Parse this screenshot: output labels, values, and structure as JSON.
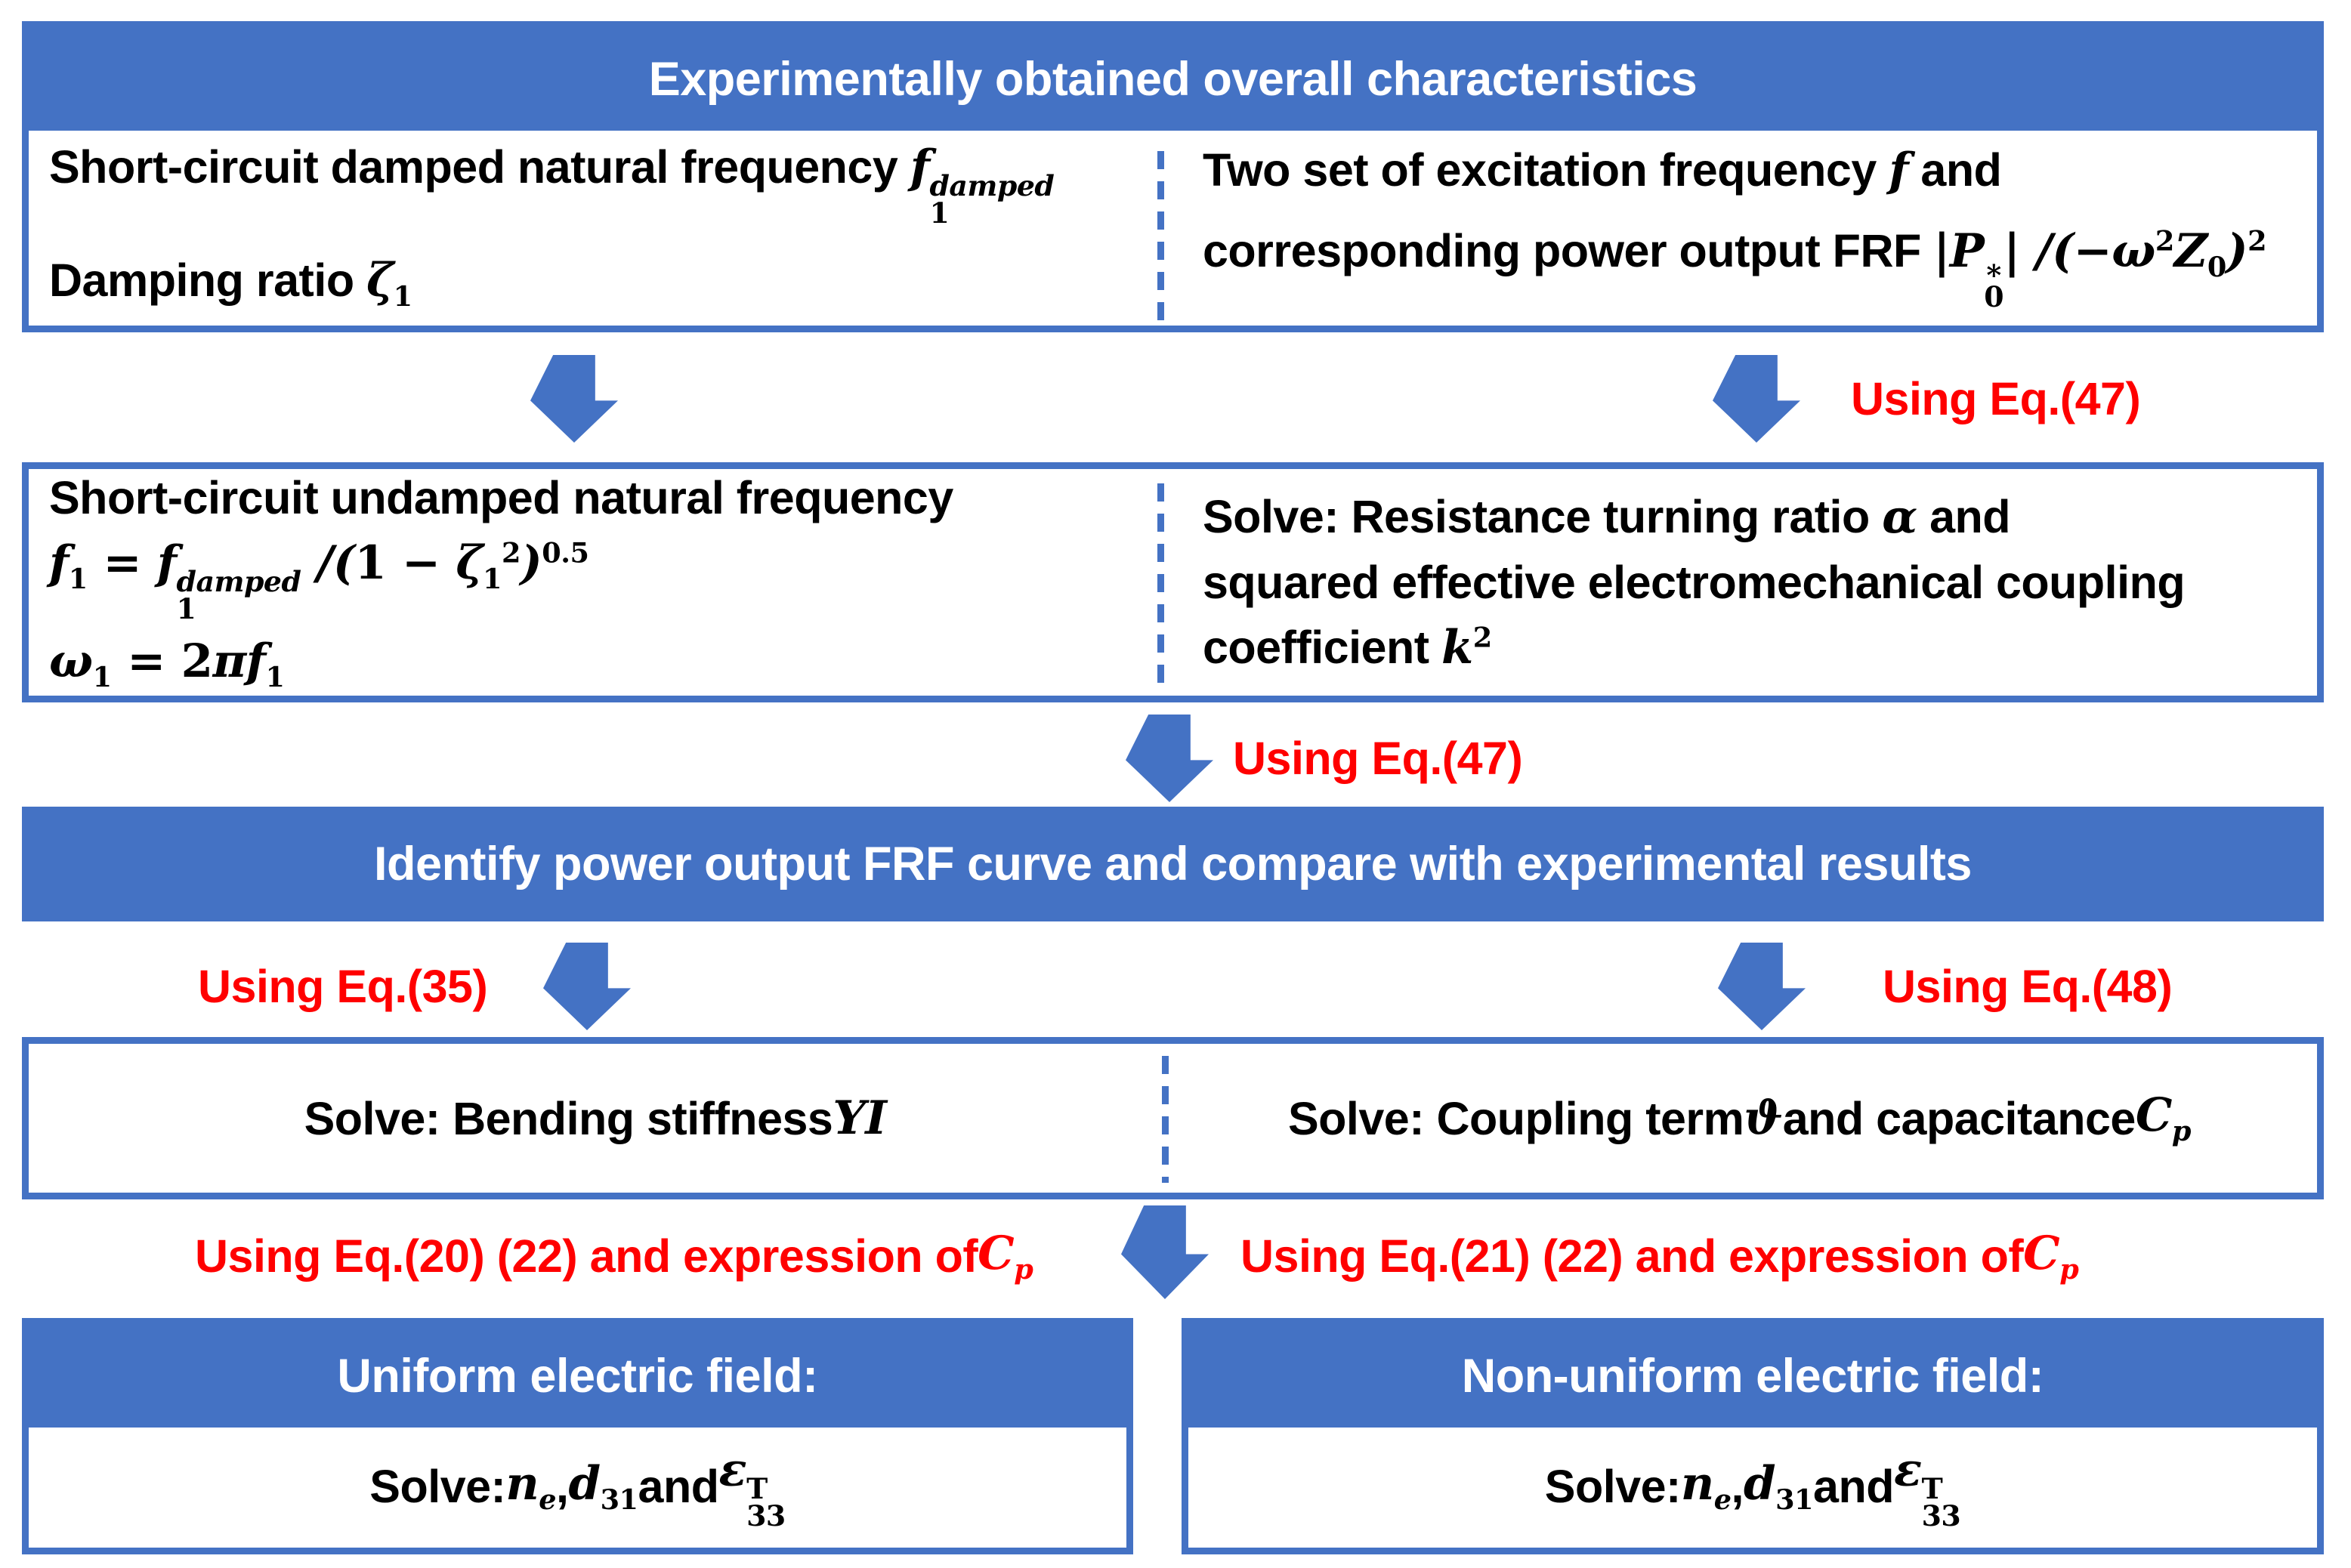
{
  "colors": {
    "blue": "#4472C4",
    "red": "#FF0000",
    "text": "#000000",
    "background": "#FFFFFF"
  },
  "flowchart": {
    "box1": {
      "header": "Experimentally obtained overall characteristics",
      "left_lines_html": [
        "Short-circuit damped natural frequency <span class='m'>f</span><span class='m ss'><span class='t'>damped</span><span class='b n'>1</span></span>",
        "Damping ratio <span class='m'>ζ<sub class='n'>1</sub></span>"
      ],
      "right_lines_html": [
        "Two set of excitation frequency <span class='m'>f</span> and",
        "corresponding power output FRF <span class='m'>|P<span class='ss'><span class='t'>∗</span><span class='b n'>0</span></span>| /(−ω<sup class='n'>2</sup>Z<sub class='n'>0</sub>)<sup class='n'>2</sup></span>"
      ]
    },
    "box2": {
      "left_lines_html": [
        "Short-circuit undamped natural frequency",
        "<span class='m'>f<sub class='n'>1</sub> = f<span class='ss'><span class='t'>damped</span><span class='b n'>1</span></span> /(<span class='n'>1</span> − ζ<sub class='n'>1</sub><sup class='n'>2</sup>)<sup class='n'>0.5</sup></span>",
        "<span class='m'>ω<sub class='n'>1</sub> = <span class='n'>2</span>πf<sub class='n'>1</sub></span>"
      ],
      "right_lines_html": [
        "Solve: Resistance turning ratio <span class='m'>α</span> and",
        "squared effective electromechanical coupling",
        "coefficient <span class='m'>k<sup class='n'>2</sup></span>"
      ]
    },
    "bar_identify": "Identify power output FRF curve and compare with experimental results",
    "box3": {
      "left_html": "Solve: Bending stiffness <span class='m'>YI</span>",
      "right_html": "Solve: Coupling term <span class='m'>ϑ</span> and capacitance <span class='m'>C<sub>p</sub></span>"
    },
    "box_uniform": {
      "header": "Uniform electric field:",
      "body_html": "Solve: <span class='m'>n<sub>e</sub></span>, <span class='m'>d<sub class='n'>31</sub></span> and <span class='m'>ε<span class='ss'><span class='t n'>T</span><span class='b n'>33</span></span></span>"
    },
    "box_nonuniform": {
      "header": "Non-uniform electric field:",
      "body_html": "Solve: <span class='m'>n<sub>e</sub></span>, <span class='m'>d<sub class='n'>31</sub></span> and <span class='m'>ε<span class='ss'><span class='t n'>T</span><span class='b n'>33</span></span></span>"
    },
    "labels": {
      "eq47_top": "Using Eq.(47)",
      "eq47_mid": "Using Eq.(47)",
      "eq35": "Using Eq.(35)",
      "eq48": "Using Eq.(48)",
      "eq20_html": "Using Eq.(20) (22) and expression of <span class='m'>C<sub>p</sub></span>",
      "eq21_html": "Using Eq.(21) (22) and expression of <span class='m'>C<sub>p</sub></span>"
    }
  }
}
